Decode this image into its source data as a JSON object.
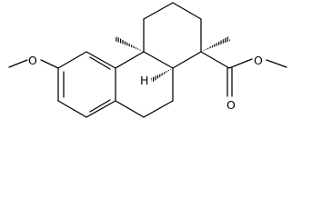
{
  "molecule": {
    "atom_labels": {
      "methoxy_oxygen": "O",
      "ester_carbonyl_oxygen": "O",
      "ester_ether_oxygen": "O",
      "h_8a": "H"
    }
  }
}
